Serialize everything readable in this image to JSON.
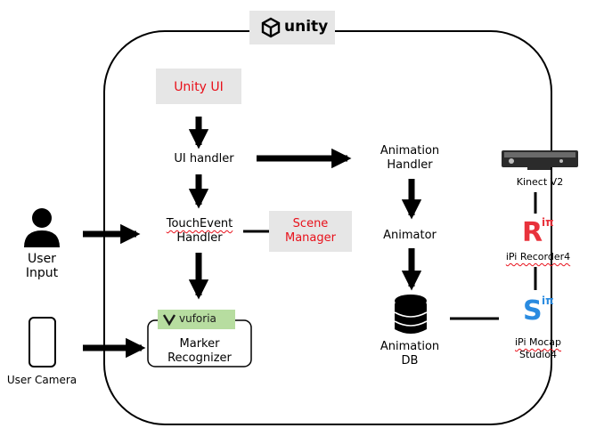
{
  "unity_logo": {
    "text": "unity"
  },
  "nodes": {
    "unity_ui": "Unity UI",
    "ui_handler": "UI handler",
    "touch_event_handler": [
      "TouchEvent",
      "Handler"
    ],
    "scene_manager": [
      "Scene",
      "Manager"
    ],
    "animation_handler": [
      "Animation",
      "Handler"
    ],
    "animator": "Animator",
    "animation_db": [
      "Animation",
      "DB"
    ],
    "marker_recognizer": [
      "Marker",
      "Recognizer"
    ],
    "vuforia_logo": "vuforia",
    "user_input": [
      "User",
      "Input"
    ],
    "user_camera": "User Camera",
    "kinect": "Kinect V2",
    "ipi_recorder": "iPi Recorder4",
    "ipi_mocap": [
      "iPi Mocap",
      "Studio4"
    ],
    "recorder_letter": "R",
    "mocap_letter": "S",
    "pi_symbol": "iπ"
  },
  "colors": {
    "red_label": "#e8101a",
    "gray_box": "#e6e6e6",
    "vuforia_bar": "#b7dda0",
    "recorder_red": "#e8323c",
    "mocap_blue": "#2a8be0",
    "kinect_body": "#2b2b2b"
  }
}
